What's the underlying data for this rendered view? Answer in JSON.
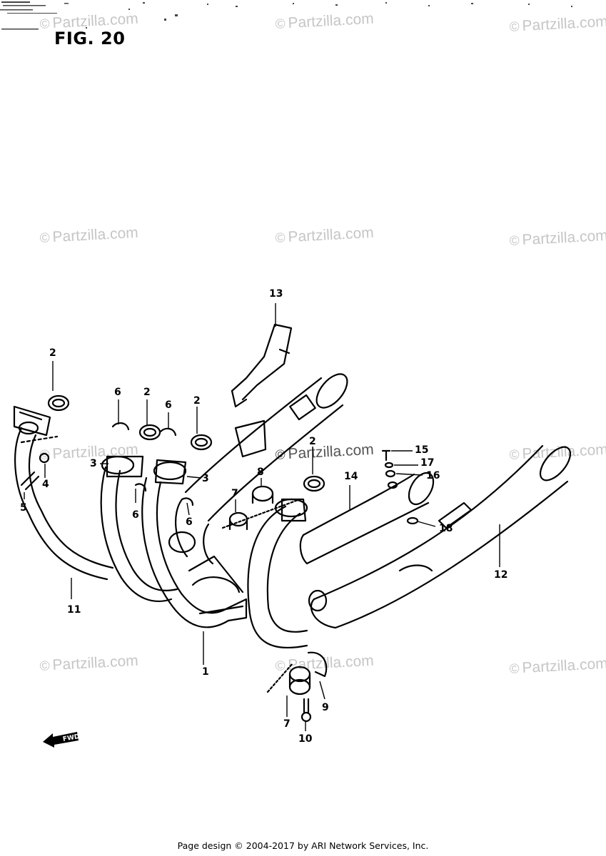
{
  "figure": {
    "title": "FIG. 20"
  },
  "watermark": {
    "symbol": "©",
    "text": "Partzilla.com"
  },
  "callouts": [
    {
      "id": "c1",
      "label": "1"
    },
    {
      "id": "c2a",
      "label": "2"
    },
    {
      "id": "c2b",
      "label": "2"
    },
    {
      "id": "c2c",
      "label": "2"
    },
    {
      "id": "c2d",
      "label": "2"
    },
    {
      "id": "c3a",
      "label": "3"
    },
    {
      "id": "c3b",
      "label": "3"
    },
    {
      "id": "c4",
      "label": "4"
    },
    {
      "id": "c5",
      "label": "5"
    },
    {
      "id": "c6a",
      "label": "6"
    },
    {
      "id": "c6b",
      "label": "6"
    },
    {
      "id": "c6c",
      "label": "6"
    },
    {
      "id": "c6d",
      "label": "6"
    },
    {
      "id": "c7a",
      "label": "7"
    },
    {
      "id": "c7b",
      "label": "7"
    },
    {
      "id": "c8",
      "label": "8"
    },
    {
      "id": "c9",
      "label": "9"
    },
    {
      "id": "c10",
      "label": "10"
    },
    {
      "id": "c11",
      "label": "11"
    },
    {
      "id": "c12",
      "label": "12"
    },
    {
      "id": "c13",
      "label": "13"
    },
    {
      "id": "c14",
      "label": "14"
    },
    {
      "id": "c15",
      "label": "15"
    },
    {
      "id": "c16",
      "label": "16"
    },
    {
      "id": "c17",
      "label": "17"
    },
    {
      "id": "c18",
      "label": "18"
    }
  ],
  "fwd_label": "FWD",
  "footer": {
    "text": "Page design © 2004-2017 by ARI Network Services, Inc."
  }
}
